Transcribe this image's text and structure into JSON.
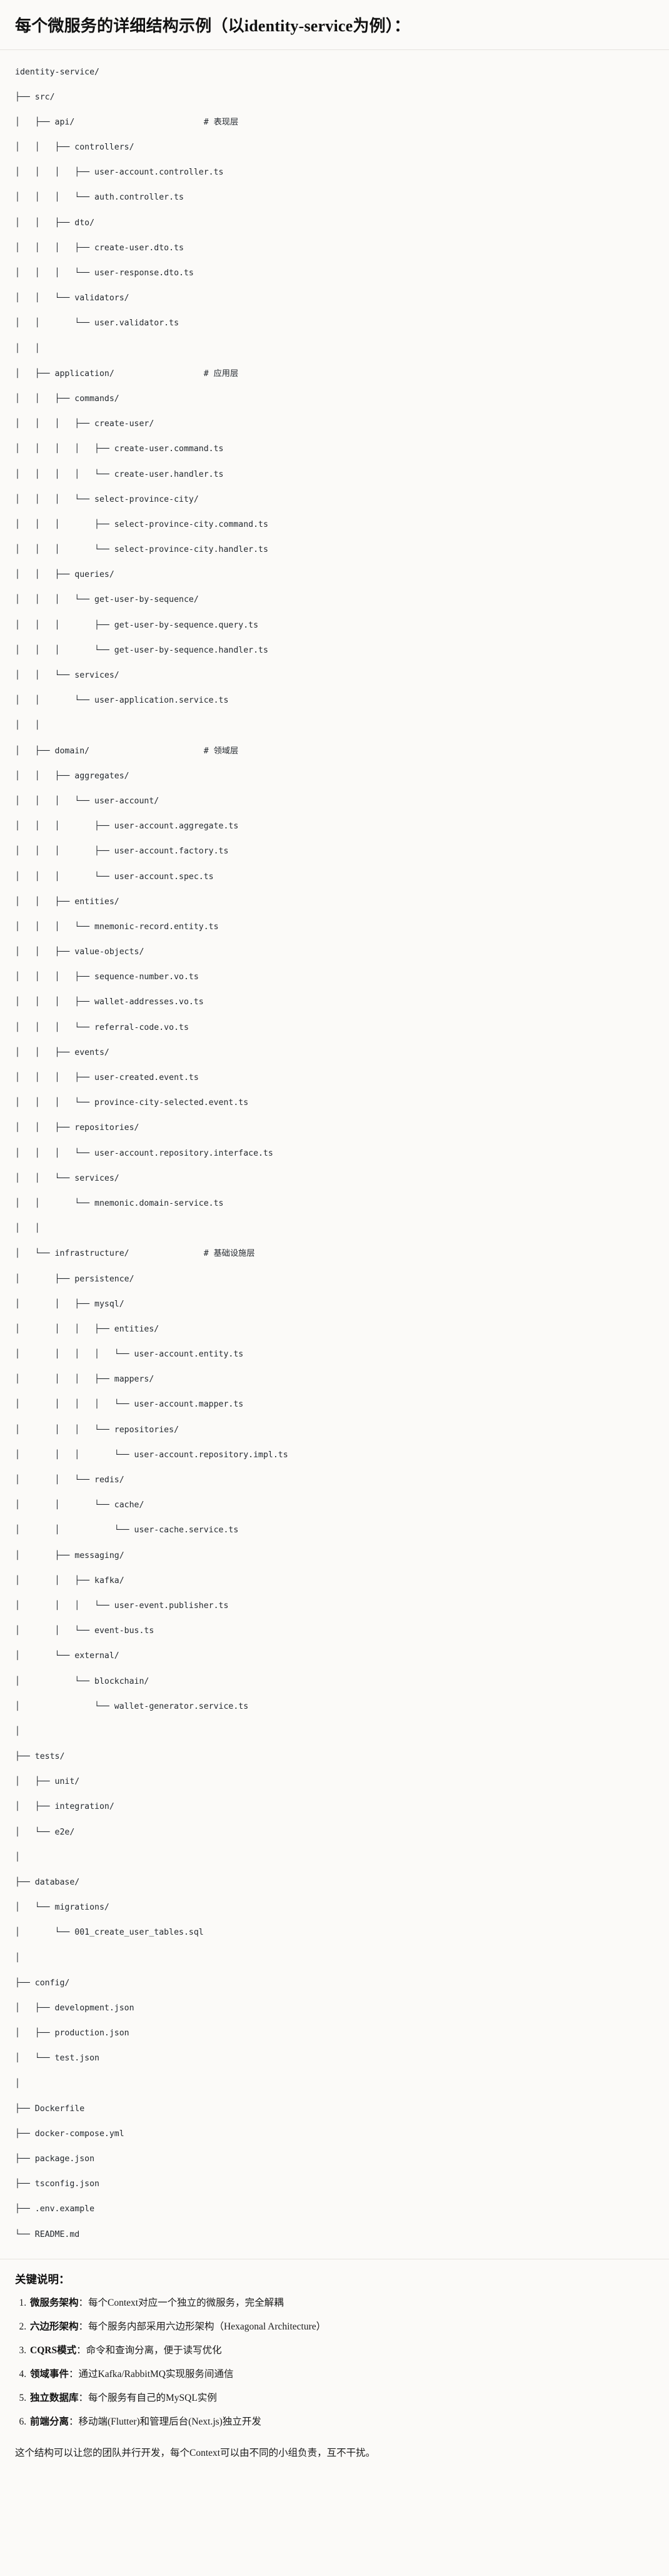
{
  "header": {
    "title": "每个微服务的详细结构示例（以identity-service为例）："
  },
  "tree": {
    "lines": [
      "identity-service/",
      "├── src/",
      "│   ├── api/                          # 表现层",
      "│   │   ├── controllers/",
      "│   │   │   ├── user-account.controller.ts",
      "│   │   │   └── auth.controller.ts",
      "│   │   ├── dto/",
      "│   │   │   ├── create-user.dto.ts",
      "│   │   │   └── user-response.dto.ts",
      "│   │   └── validators/",
      "│   │       └── user.validator.ts",
      "│   │",
      "│   ├── application/                  # 应用层",
      "│   │   ├── commands/",
      "│   │   │   ├── create-user/",
      "│   │   │   │   ├── create-user.command.ts",
      "│   │   │   │   └── create-user.handler.ts",
      "│   │   │   └── select-province-city/",
      "│   │   │       ├── select-province-city.command.ts",
      "│   │   │       └── select-province-city.handler.ts",
      "│   │   ├── queries/",
      "│   │   │   └── get-user-by-sequence/",
      "│   │   │       ├── get-user-by-sequence.query.ts",
      "│   │   │       └── get-user-by-sequence.handler.ts",
      "│   │   └── services/",
      "│   │       └── user-application.service.ts",
      "│   │",
      "│   ├── domain/                       # 领域层",
      "│   │   ├── aggregates/",
      "│   │   │   └── user-account/",
      "│   │   │       ├── user-account.aggregate.ts",
      "│   │   │       ├── user-account.factory.ts",
      "│   │   │       └── user-account.spec.ts",
      "│   │   ├── entities/",
      "│   │   │   └── mnemonic-record.entity.ts",
      "│   │   ├── value-objects/",
      "│   │   │   ├── sequence-number.vo.ts",
      "│   │   │   ├── wallet-addresses.vo.ts",
      "│   │   │   └── referral-code.vo.ts",
      "│   │   ├── events/",
      "│   │   │   ├── user-created.event.ts",
      "│   │   │   └── province-city-selected.event.ts",
      "│   │   ├── repositories/",
      "│   │   │   └── user-account.repository.interface.ts",
      "│   │   └── services/",
      "│   │       └── mnemonic.domain-service.ts",
      "│   │",
      "│   └── infrastructure/               # 基础设施层",
      "│       ├── persistence/",
      "│       │   ├── mysql/",
      "│       │   │   ├── entities/",
      "│       │   │   │   └── user-account.entity.ts",
      "│       │   │   ├── mappers/",
      "│       │   │   │   └── user-account.mapper.ts",
      "│       │   │   └── repositories/",
      "│       │   │       └── user-account.repository.impl.ts",
      "│       │   └── redis/",
      "│       │       └── cache/",
      "│       │           └── user-cache.service.ts",
      "│       ├── messaging/",
      "│       │   ├── kafka/",
      "│       │   │   └── user-event.publisher.ts",
      "│       │   └── event-bus.ts",
      "│       └── external/",
      "│           └── blockchain/",
      "│               └── wallet-generator.service.ts",
      "│",
      "├── tests/",
      "│   ├── unit/",
      "│   ├── integration/",
      "│   └── e2e/",
      "│",
      "├── database/",
      "│   └── migrations/",
      "│       └── 001_create_user_tables.sql",
      "│",
      "├── config/",
      "│   ├── development.json",
      "│   ├── production.json",
      "│   └── test.json",
      "│",
      "├── Dockerfile",
      "├── docker-compose.yml",
      "├── package.json",
      "├── tsconfig.json",
      "├── .env.example",
      "└── README.md"
    ]
  },
  "notes": {
    "heading": "关键说明：",
    "items": [
      {
        "term": "微服务架构",
        "body": "：每个Context对应一个独立的微服务，完全解耦"
      },
      {
        "term": "六边形架构",
        "body": "：每个服务内部采用六边形架构（Hexagonal Architecture）"
      },
      {
        "term": "CQRS模式",
        "body": "：命令和查询分离，便于读写优化"
      },
      {
        "term": "领域事件",
        "body": "：通过Kafka/RabbitMQ实现服务间通信"
      },
      {
        "term": "独立数据库",
        "body": "：每个服务有自己的MySQL实例"
      },
      {
        "term": "前端分离",
        "body": "：移动端(Flutter)和管理后台(Next.js)独立开发"
      }
    ],
    "closing": "这个结构可以让您的团队并行开发，每个Context可以由不同的小组负责，互不干扰。"
  }
}
